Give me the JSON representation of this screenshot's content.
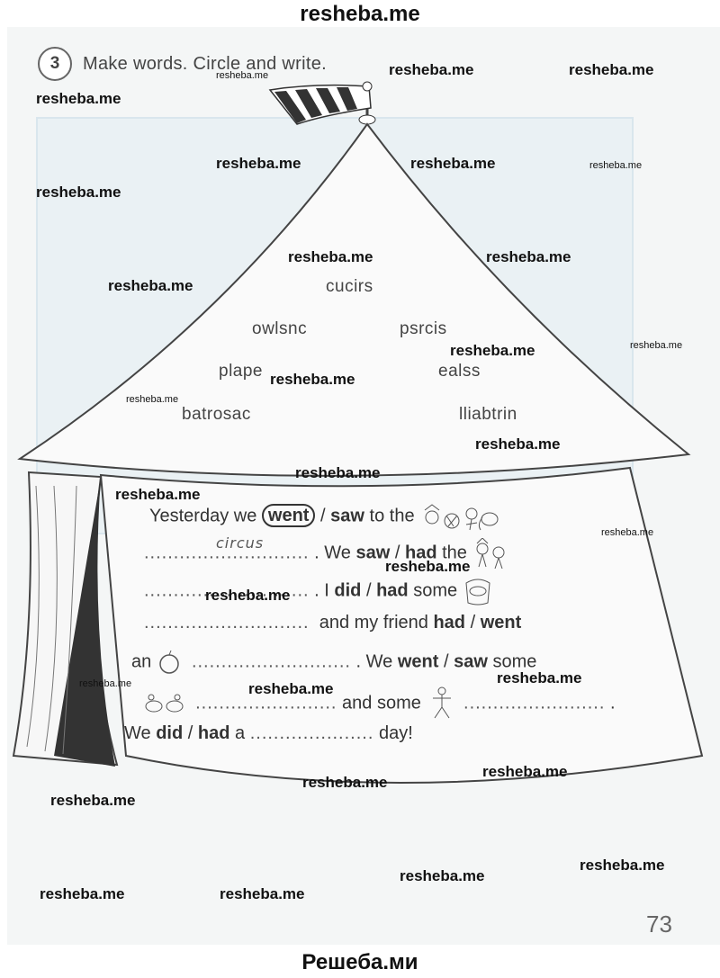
{
  "site_header": "resheba.me",
  "site_footer": "Решеба.ми",
  "task": {
    "number": "3",
    "instruction": "Make words. Circle and write."
  },
  "scrambled_words": [
    "cucirs",
    "owlsnc",
    "psrcis",
    "plape",
    "ealss",
    "batrosac",
    "lliabtrin"
  ],
  "sentences": {
    "l1": {
      "a": "Yesterday we",
      "c1": "went",
      "sep": "/",
      "c2": "saw",
      "b": "to the"
    },
    "l2": {
      "blank": "............................",
      "a": ". We",
      "c1": "saw",
      "sep": "/",
      "c2": "had",
      "b": "the"
    },
    "l3": {
      "blank": "............................",
      "a": ". I",
      "c1": "did",
      "sep": "/",
      "c2": "had",
      "b": "some"
    },
    "l4": {
      "blank": "............................",
      "a": "and my friend",
      "c1": "had",
      "sep": "/",
      "c2": "went"
    },
    "l5": {
      "a": "an",
      "blank": "...........................",
      "b": ". We",
      "c1": "went",
      "sep": "/",
      "c2": "saw",
      "c": "some"
    },
    "l6": {
      "blank1": "........................",
      "a": "and some",
      "blank2": "........................",
      "end": "."
    },
    "l7": {
      "a": "We",
      "c1": "did",
      "sep": "/",
      "c2": "had",
      "b": "a",
      "blank": ".....................",
      "end": "day!"
    }
  },
  "answer_written": "circus",
  "page_number": "73",
  "watermark_text": "resheba.me",
  "icons": [
    "flag-icon",
    "circus-animals-icon",
    "clowns-icon",
    "crisps-icon",
    "apple-icon",
    "seals-icon",
    "acrobat-icon"
  ]
}
